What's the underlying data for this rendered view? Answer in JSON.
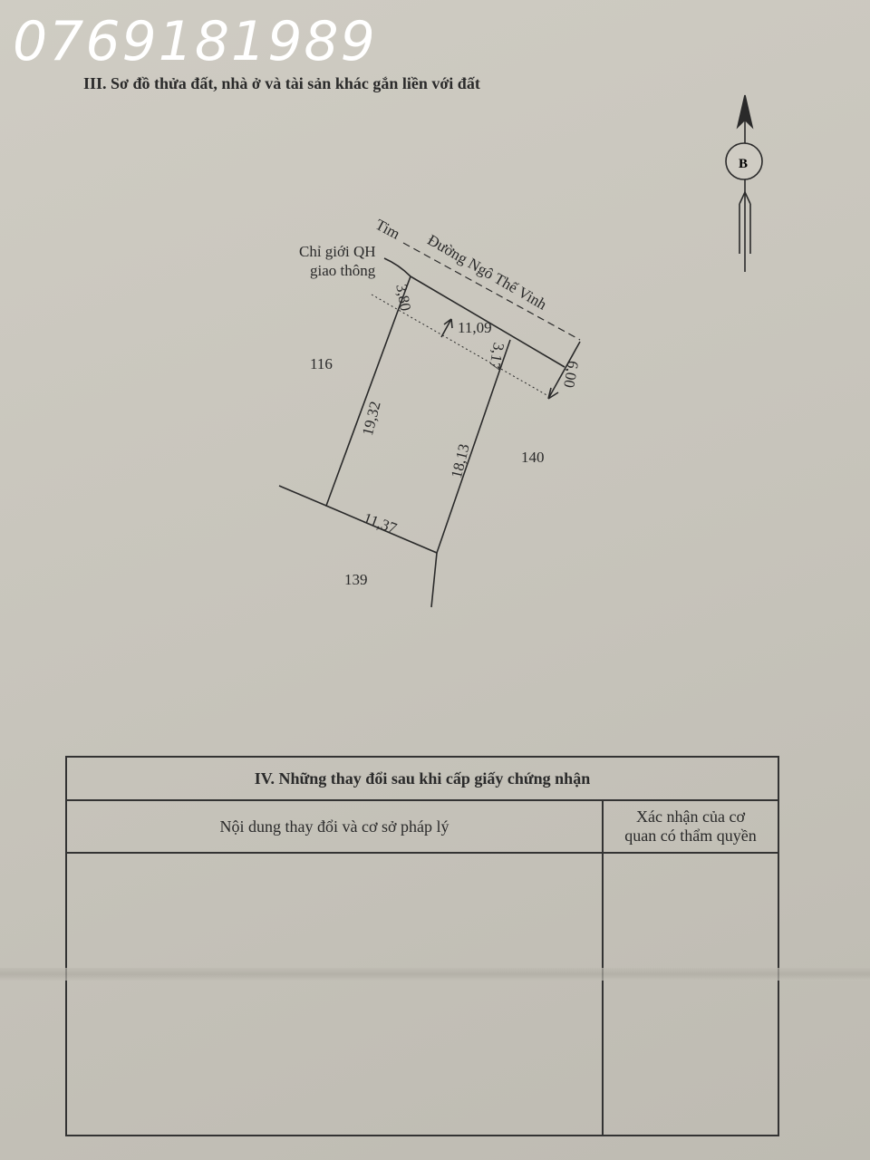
{
  "watermark_phone": "0769181989",
  "section3": {
    "title": "III. Sơ đồ thửa đất, nhà ở và tài sản khác gắn liền với đất",
    "north_label": "B",
    "road_center_label": "Tim",
    "road_name": "Đường Ngô Thế Vinh",
    "boundary_label_1": "Chỉ giới QH",
    "boundary_label_2": "giao thông",
    "dimensions": {
      "front_left": "3,80",
      "front": "11,09",
      "front_right": "3,17",
      "road_width": "6,00",
      "left": "19,32",
      "right": "18,13",
      "back": "11,37"
    },
    "neighbors": {
      "left": "116",
      "right": "140",
      "bottom": "139"
    }
  },
  "section4": {
    "title": "IV. Những thay đổi sau khi cấp giấy chứng nhận",
    "col1": "Nội dung thay đổi và cơ sở pháp lý",
    "col2_line1": "Xác nhận của cơ",
    "col2_line2": "quan có thẩm quyền"
  }
}
